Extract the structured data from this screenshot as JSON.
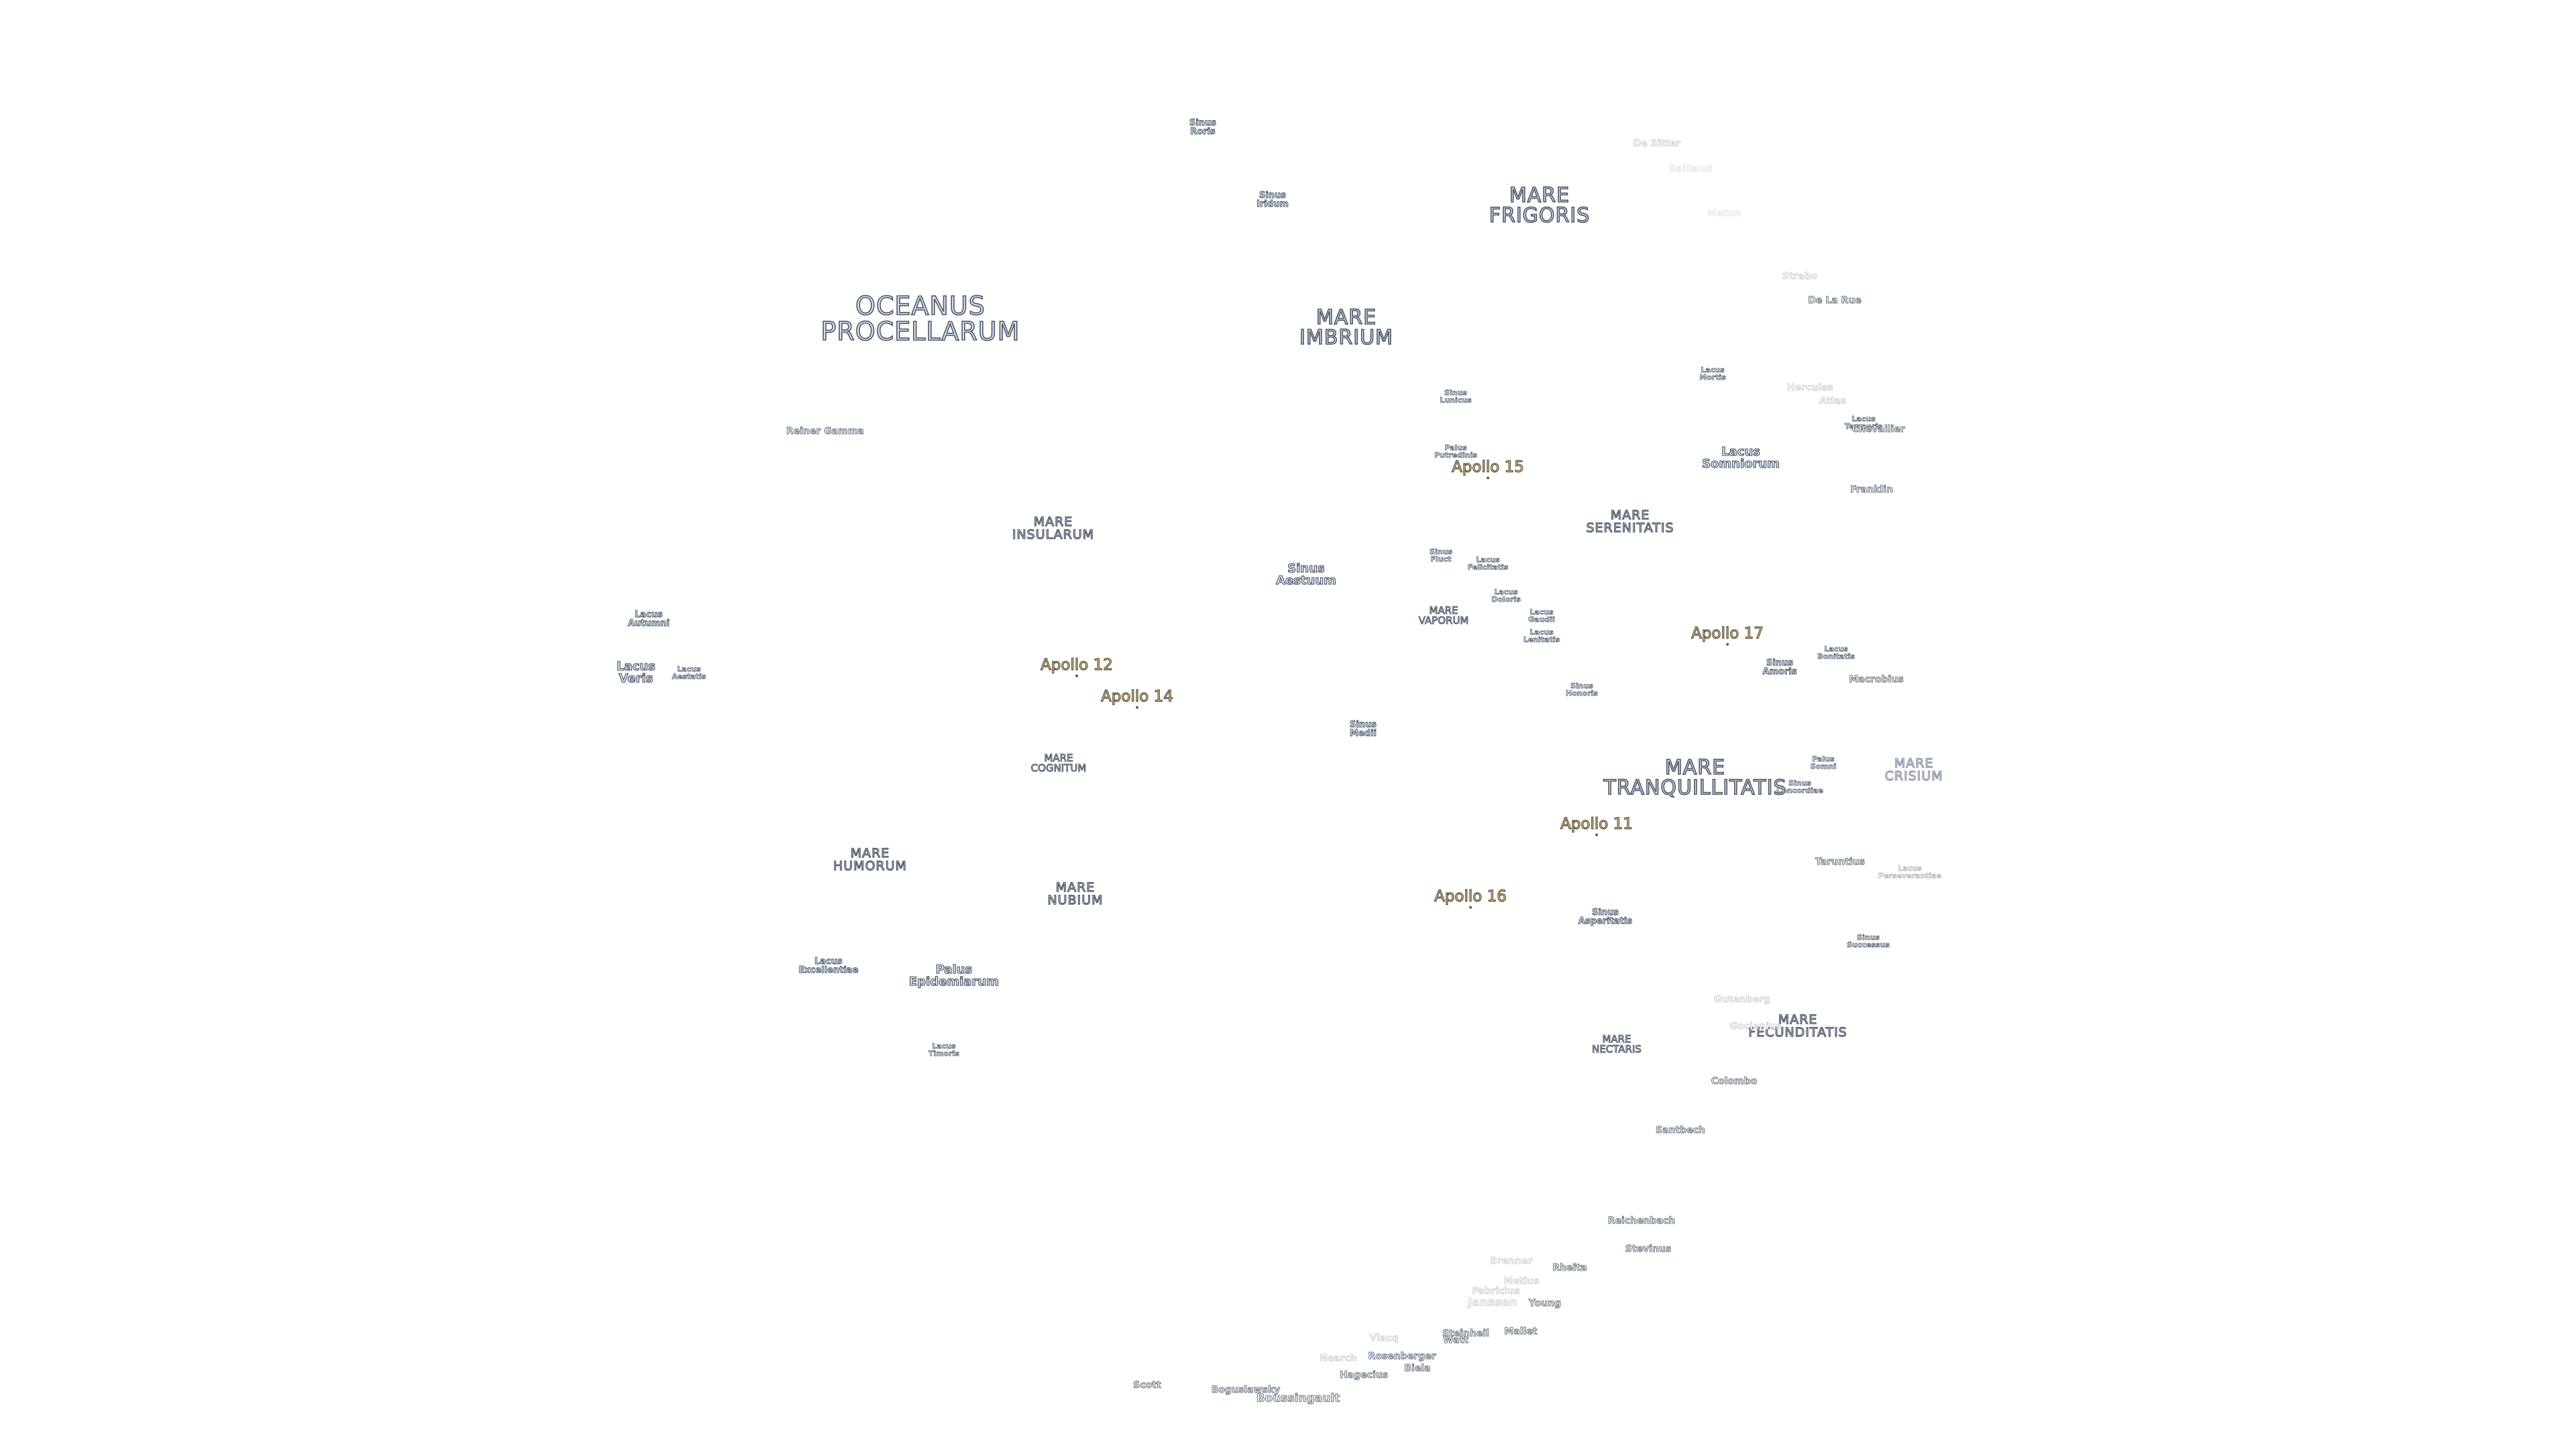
{
  "labels": [
    {
      "id": "oceanus-procellarum",
      "lines": [
        "OCEANUS",
        "PROCELLARUM"
      ],
      "type": "mare big"
    },
    {
      "id": "mare-frigoris",
      "lines": [
        "MARE",
        "FRIGORIS"
      ],
      "type": "mare"
    },
    {
      "id": "mare-imbrium",
      "lines": [
        "MARE",
        "IMBRIUM"
      ],
      "type": "mare"
    },
    {
      "id": "mare-serenitatis",
      "lines": [
        "MARE",
        "SERENITATIS"
      ],
      "type": "mare small"
    },
    {
      "id": "mare-insularum",
      "lines": [
        "MARE",
        "INSULARUM"
      ],
      "type": "mare small"
    },
    {
      "id": "mare-vaporum",
      "lines": [
        "MARE",
        "VAPORUM"
      ],
      "type": "mare xsmall"
    },
    {
      "id": "mare-cognitum",
      "lines": [
        "MARE",
        "COGNITUM"
      ],
      "type": "mare xsmall"
    },
    {
      "id": "mare-tranquillitatis",
      "lines": [
        "MARE",
        "TRANQUILLITATIS"
      ],
      "type": "mare"
    },
    {
      "id": "mare-crisium",
      "lines": [
        "MARE",
        "CRISIUM"
      ],
      "type": "mare small faint"
    },
    {
      "id": "mare-humorum",
      "lines": [
        "MARE",
        "HUMORUM"
      ],
      "type": "mare small"
    },
    {
      "id": "mare-nubium",
      "lines": [
        "MARE",
        "NUBIUM"
      ],
      "type": "mare small"
    },
    {
      "id": "mare-fecunditatis",
      "lines": [
        "MARE",
        "FECUNDITATIS"
      ],
      "type": "mare small"
    },
    {
      "id": "mare-nectaris",
      "lines": [
        "MARE",
        "NECTARIS"
      ],
      "type": "mare xsmall"
    },
    {
      "id": "sinus-roris",
      "lines": [
        "Sinus",
        "Roris"
      ],
      "type": "feat sm"
    },
    {
      "id": "sinus-iridum",
      "lines": [
        "Sinus",
        "Iridum"
      ],
      "type": "feat sm"
    },
    {
      "id": "sinus-lunicus",
      "lines": [
        "Sinus",
        "Lunicus"
      ],
      "type": "feat xs"
    },
    {
      "id": "palus-putredinis",
      "lines": [
        "Palus",
        "Putredinis"
      ],
      "type": "feat xs"
    },
    {
      "id": "lacus-mortis",
      "lines": [
        "Lacus",
        "Mortis"
      ],
      "type": "feat xs"
    },
    {
      "id": "lacus-somniorum",
      "lines": [
        "Lacus",
        "Somniorum"
      ],
      "type": "feat"
    },
    {
      "id": "lacus-temporis",
      "lines": [
        "Lacus",
        "Temporis"
      ],
      "type": "feat xs"
    },
    {
      "id": "sinus-aestuum",
      "lines": [
        "Sinus",
        "Aestuum"
      ],
      "type": "feat"
    },
    {
      "id": "sinus-fluctuum",
      "lines": [
        "Sinus",
        "Fluct"
      ],
      "type": "feat xs"
    },
    {
      "id": "lacus-felicitatis",
      "lines": [
        "Lacus",
        "Felicitatis"
      ],
      "type": "feat xs"
    },
    {
      "id": "lacus-doloris",
      "lines": [
        "Lacus",
        "Doloris"
      ],
      "type": "feat xs"
    },
    {
      "id": "lacus-gaudii",
      "lines": [
        "Lacus",
        "Gaudii"
      ],
      "type": "feat xs"
    },
    {
      "id": "lacus-lenitatis",
      "lines": [
        "Lacus",
        "Lenitatis"
      ],
      "type": "feat xs"
    },
    {
      "id": "sinus-honoris",
      "lines": [
        "Sinus",
        "Honoris"
      ],
      "type": "feat xs"
    },
    {
      "id": "lacus-autumni",
      "lines": [
        "Lacus",
        "Autumni"
      ],
      "type": "feat sm"
    },
    {
      "id": "lacus-veris",
      "lines": [
        "Lacus",
        "Veris"
      ],
      "type": "feat"
    },
    {
      "id": "lacus-aestatis",
      "lines": [
        "Lacus",
        "Aestatis"
      ],
      "type": "feat xs"
    },
    {
      "id": "sinus-medii",
      "lines": [
        "Sinus",
        "Medii"
      ],
      "type": "feat sm"
    },
    {
      "id": "sinus-amoris",
      "lines": [
        "Sinus",
        "Amoris"
      ],
      "type": "feat sm"
    },
    {
      "id": "lacus-bonitatis",
      "lines": [
        "Lacus",
        "Bonitatis"
      ],
      "type": "feat xs"
    },
    {
      "id": "palus-somni",
      "lines": [
        "Palus",
        "Somni"
      ],
      "type": "feat xs"
    },
    {
      "id": "sinus-concordiae",
      "lines": [
        "Sinus",
        "Concordiae"
      ],
      "type": "feat xs"
    },
    {
      "id": "sinus-asperitatis",
      "lines": [
        "Sinus",
        "Asperitatis"
      ],
      "type": "feat sm"
    },
    {
      "id": "lacus-perseverantiae",
      "lines": [
        "Lacus",
        "Perseverantiae"
      ],
      "type": "feat xs faint"
    },
    {
      "id": "sinus-successus",
      "lines": [
        "Sinus",
        "Successus"
      ],
      "type": "feat xs"
    },
    {
      "id": "lacus-excellentiae",
      "lines": [
        "Lacus",
        "Excellentiae"
      ],
      "type": "feat sm"
    },
    {
      "id": "palus-epidemiarum",
      "lines": [
        "Palus",
        "Epidemiarum"
      ],
      "type": "feat"
    },
    {
      "id": "lacus-timoris",
      "lines": [
        "Lacus",
        "Timoris"
      ],
      "type": "feat xs"
    },
    {
      "id": "de-sitter",
      "lines": [
        "De Sitter"
      ],
      "type": "crater faint"
    },
    {
      "id": "baillaud",
      "lines": [
        "Baillaud"
      ],
      "type": "crater vfaint"
    },
    {
      "id": "meton",
      "lines": [
        "Meton"
      ],
      "type": "crater vfaint"
    },
    {
      "id": "strabo",
      "lines": [
        "Strabo"
      ],
      "type": "crater faint"
    },
    {
      "id": "de-la-rue",
      "lines": [
        "De La Rue"
      ],
      "type": "crater"
    },
    {
      "id": "hercules",
      "lines": [
        "Hercules"
      ],
      "type": "crater faint"
    },
    {
      "id": "atlas",
      "lines": [
        "Atlas"
      ],
      "type": "crater faint"
    },
    {
      "id": "chevallier",
      "lines": [
        "Chevallier"
      ],
      "type": "crater"
    },
    {
      "id": "reiner-gamma",
      "lines": [
        "Reiner Gamma"
      ],
      "type": "crater"
    },
    {
      "id": "franklin",
      "lines": [
        "Franklin"
      ],
      "type": "crater"
    },
    {
      "id": "macrobius",
      "lines": [
        "Macrobius"
      ],
      "type": "crater"
    },
    {
      "id": "taruntius",
      "lines": [
        "Taruntius"
      ],
      "type": "crater"
    },
    {
      "id": "gutenberg",
      "lines": [
        "Gutenberg"
      ],
      "type": "crater faint"
    },
    {
      "id": "goclenius",
      "lines": [
        "Goclenius"
      ],
      "type": "crater faint"
    },
    {
      "id": "colombo",
      "lines": [
        "Colombo"
      ],
      "type": "crater"
    },
    {
      "id": "santbech",
      "lines": [
        "Santbech"
      ],
      "type": "crater"
    },
    {
      "id": "reichenbach",
      "lines": [
        "Reichenbach"
      ],
      "type": "crater"
    },
    {
      "id": "stevinus",
      "lines": [
        "Stevinus"
      ],
      "type": "crater"
    },
    {
      "id": "brenner",
      "lines": [
        "Brenner"
      ],
      "type": "crater faint"
    },
    {
      "id": "rheita",
      "lines": [
        "Rheita"
      ],
      "type": "crater"
    },
    {
      "id": "metius",
      "lines": [
        "Metius"
      ],
      "type": "crater faint"
    },
    {
      "id": "fabricius",
      "lines": [
        "Fabricius"
      ],
      "type": "crater faint"
    },
    {
      "id": "janssen",
      "lines": [
        "Janssen"
      ],
      "type": "crater mid faint"
    },
    {
      "id": "young",
      "lines": [
        "Young"
      ],
      "type": "crater"
    },
    {
      "id": "steinheil",
      "lines": [
        "Steinheil"
      ],
      "type": "crater"
    },
    {
      "id": "watt",
      "lines": [
        "Watt"
      ],
      "type": "crater"
    },
    {
      "id": "mallet",
      "lines": [
        "Mallet"
      ],
      "type": "crater"
    },
    {
      "id": "vlacq",
      "lines": [
        "Vlacq"
      ],
      "type": "crater faint"
    },
    {
      "id": "rosenberger",
      "lines": [
        "Rosenberger"
      ],
      "type": "crater"
    },
    {
      "id": "nearch",
      "lines": [
        "Nearch"
      ],
      "type": "crater faint"
    },
    {
      "id": "biela",
      "lines": [
        "Biela"
      ],
      "type": "crater"
    },
    {
      "id": "hagecius",
      "lines": [
        "Hagecius"
      ],
      "type": "crater"
    },
    {
      "id": "scott",
      "lines": [
        "Scott"
      ],
      "type": "crater"
    },
    {
      "id": "boguslawsky",
      "lines": [
        "Boguslawsky"
      ],
      "type": "crater"
    },
    {
      "id": "boussingault",
      "lines": [
        "Boussingault"
      ],
      "type": "crater mid"
    },
    {
      "id": "apollo-15",
      "lines": [
        "Apollo 15"
      ],
      "type": "apollo"
    },
    {
      "id": "apollo-17",
      "lines": [
        "Apollo 17"
      ],
      "type": "apollo"
    },
    {
      "id": "apollo-12",
      "lines": [
        "Apollo 12"
      ],
      "type": "apollo"
    },
    {
      "id": "apollo-14",
      "lines": [
        "Apollo 14"
      ],
      "type": "apollo"
    },
    {
      "id": "apollo-11",
      "lines": [
        "Apollo 11"
      ],
      "type": "apollo"
    },
    {
      "id": "apollo-16",
      "lines": [
        "Apollo 16"
      ],
      "type": "apollo"
    }
  ]
}
